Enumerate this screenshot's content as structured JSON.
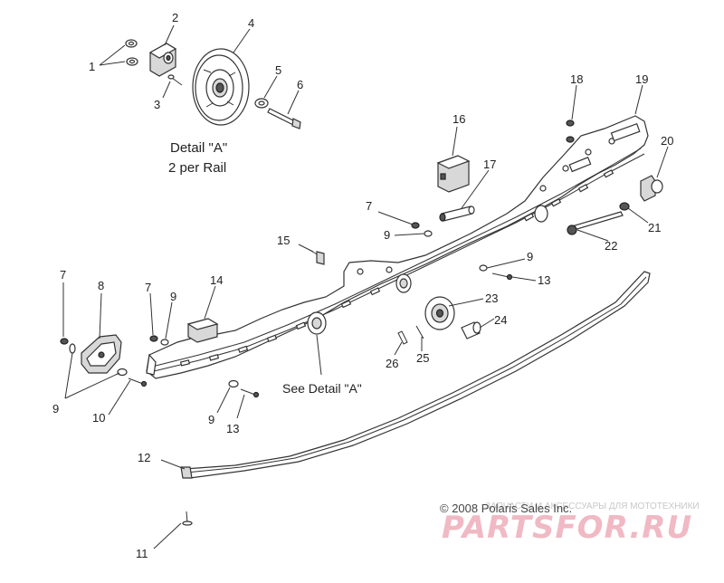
{
  "detail": {
    "title_line1": "Detail \"A\"",
    "title_line2": "2 per Rail"
  },
  "see_detail": "See Detail \"A\"",
  "copyright": "© 2008 Polaris Sales Inc.",
  "watermark": {
    "subtitle": "ЗАПЧАСТИ И АКСЕССУАРЫ ДЛЯ МОТОТЕХНИКИ",
    "brand": "PARTSFOR.RU"
  },
  "callouts": {
    "c1": "1",
    "c2": "2",
    "c3": "3",
    "c4": "4",
    "c5": "5",
    "c6": "6",
    "c7a": "7",
    "c7b": "7",
    "c7c": "7",
    "c8": "8",
    "c9a": "9",
    "c9b": "9",
    "c9c": "9",
    "c9d": "9",
    "c9e": "9",
    "c10": "10",
    "c11": "11",
    "c12": "12",
    "c13a": "13",
    "c13b": "13",
    "c14": "14",
    "c15": "15",
    "c16": "16",
    "c17": "17",
    "c18": "18",
    "c19": "19",
    "c20": "20",
    "c21": "21",
    "c22": "22",
    "c23": "23",
    "c24": "24",
    "c25": "25",
    "c26": "26"
  },
  "colors": {
    "line": "#333333",
    "watermark": "#f0b9c3"
  }
}
